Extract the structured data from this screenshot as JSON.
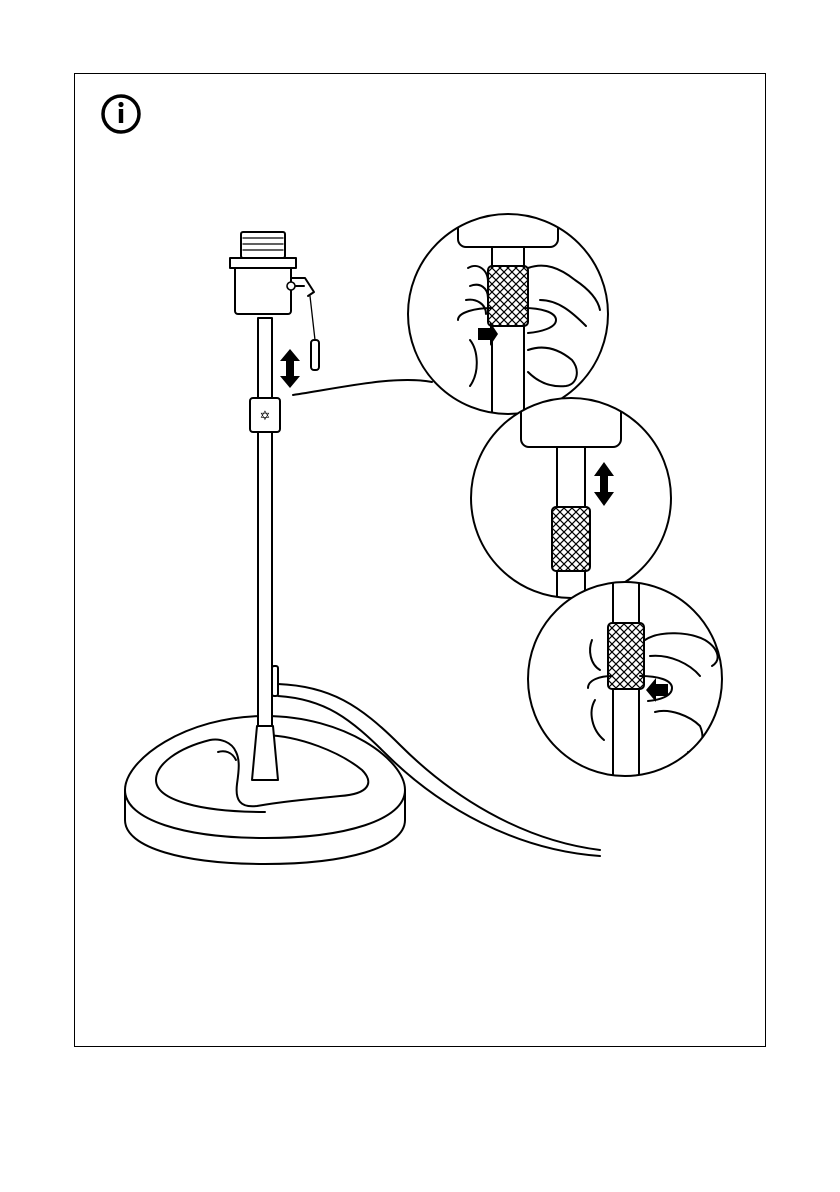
{
  "page": {
    "background": "#ffffff",
    "line_color": "#000000"
  },
  "icons": {
    "info": "info-icon",
    "adjust_arrow": "double-arrow-vertical-icon",
    "rotate_arrow": "rotate-arrow-icon",
    "knot_symbol": "knot-icon"
  },
  "steps": [
    {
      "detail": "loosen-sleeve",
      "rotation": "counter-clockwise"
    },
    {
      "detail": "adjust-height",
      "motion": "up-down"
    },
    {
      "detail": "tighten-sleeve",
      "rotation": "clockwise"
    }
  ]
}
